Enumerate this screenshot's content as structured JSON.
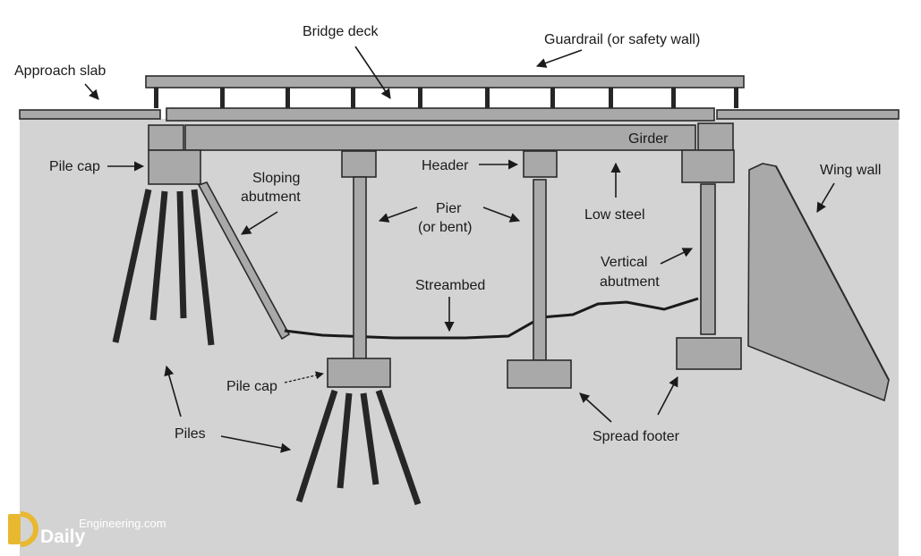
{
  "labels": {
    "approach_slab": "Approach slab",
    "bridge_deck": "Bridge deck",
    "guardrail": "Guardrail (or safety wall)",
    "girder": "Girder",
    "pile_cap_left": "Pile cap",
    "sloping_abutment_1": "Sloping",
    "sloping_abutment_2": "abutment",
    "header": "Header",
    "pier_1": "Pier",
    "pier_2": "(or bent)",
    "low_steel": "Low steel",
    "wing_wall": "Wing wall",
    "vertical_abutment_1": "Vertical",
    "vertical_abutment_2": "abutment",
    "streambed": "Streambed",
    "pile_cap_center": "Pile cap",
    "piles": "Piles",
    "spread_footer": "Spread footer"
  },
  "logo": {
    "small_text": "Engineering.com",
    "big_text": "Daily"
  },
  "colors": {
    "ground": "#d3d3d3",
    "structure_fill": "#a9a9a9",
    "outline": "#2b2b2b",
    "pile": "#262626",
    "logo_gold": "#e8b830"
  }
}
